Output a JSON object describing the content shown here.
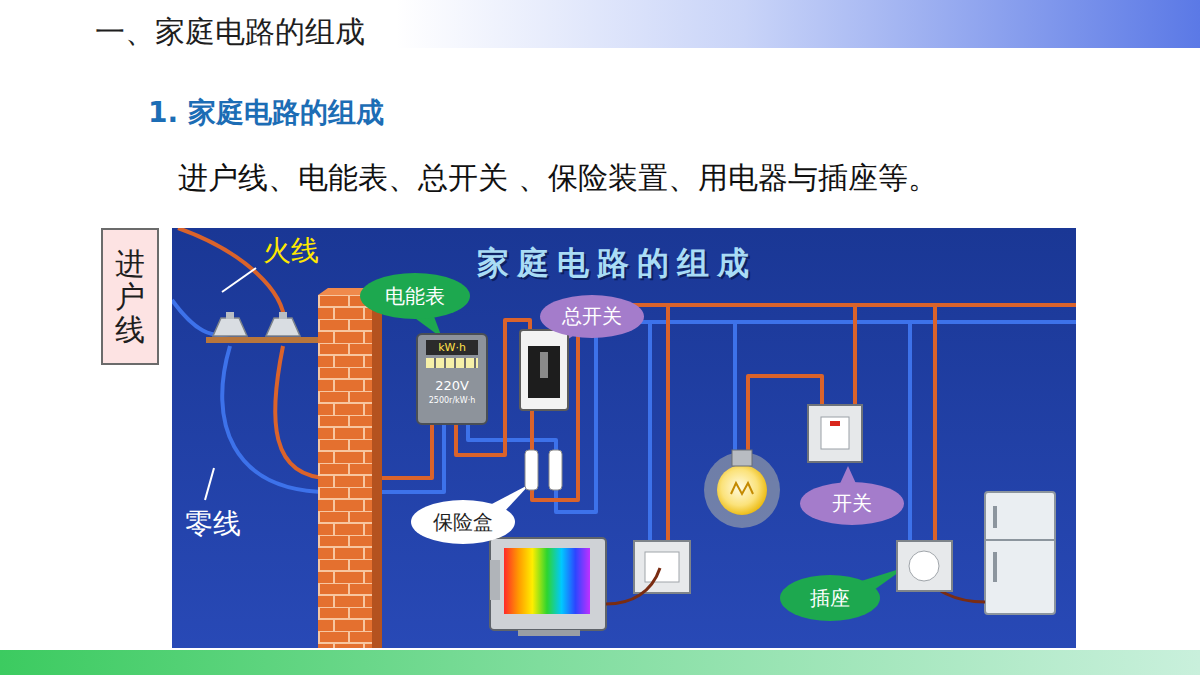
{
  "diagram": {
    "title": "一、家庭电路的组成",
    "nodes": [
      {
        "text": [
          "进户线"
        ]
      },
      {
        "text": [
          "家庭电路的组成"
        ]
      },
      {
        "text": [
          "电能表"
        ],
        "in": 1
      },
      {
        "text": [
          "kW·h",
          "220V",
          "2500r/kW·h"
        ],
        "in": 1
      },
      {
        "text": [
          "总开关"
        ],
        "in": 1
      },
      {
        "text": [
          "保险盒"
        ],
        "in": 1
      },
      {
        "text": [
          "开关"
        ],
        "in": 1
      },
      {
        "text": [
          "插座"
        ],
        "in": 1
      }
    ],
    "labels": [
      "1. 家庭电路的组成",
      "进户线、电能表、总开关 、保险装置、用电器与插座等。",
      "火线",
      "零线"
    ]
  }
}
